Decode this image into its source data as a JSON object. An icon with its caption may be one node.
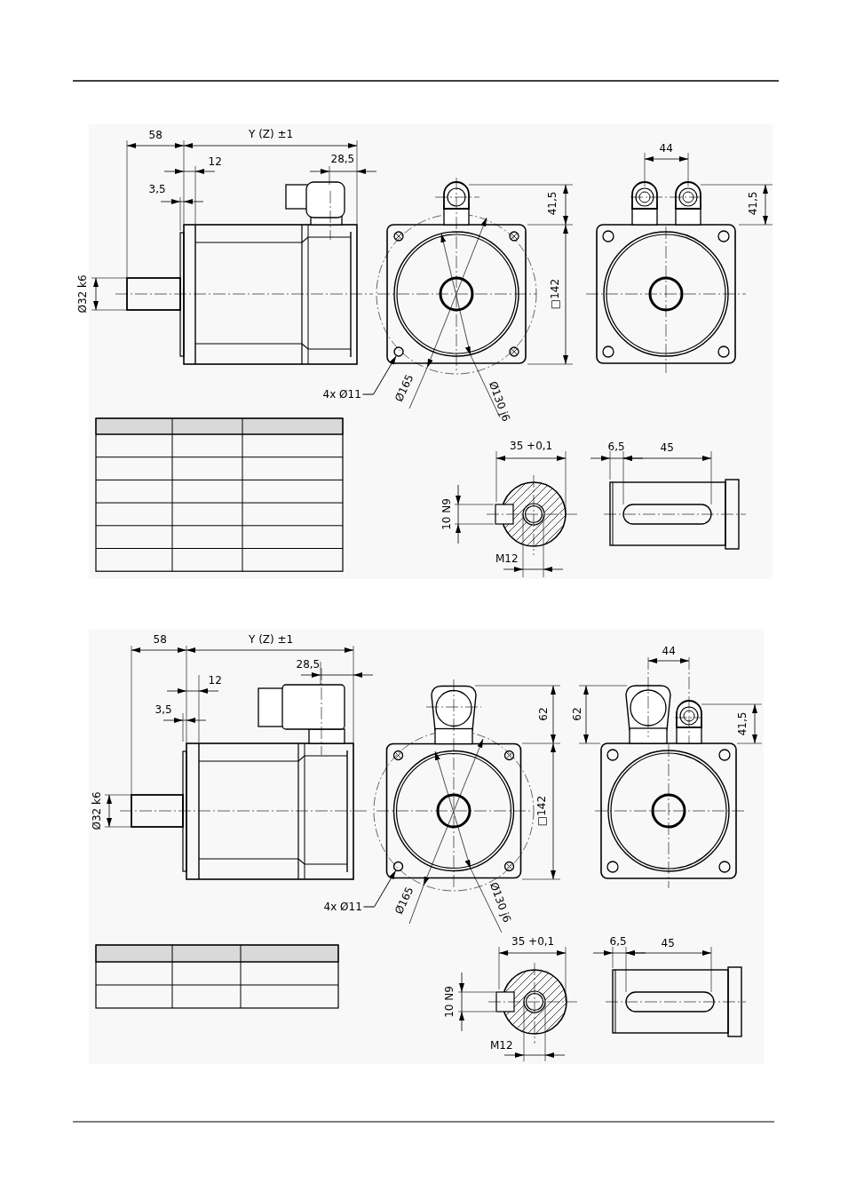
{
  "diagram": {
    "nodes": [
      {
        "text": [
          "4x Ø11"
        ]
      },
      {
        "text": [],
        "shape": "circle"
      },
      {
        "text": [
          "4x Ø11"
        ]
      },
      {
        "text": [],
        "shape": "circle"
      }
    ],
    "edges": [
      {
        "from": 0,
        "to": 1,
        "arrow": "to"
      },
      {
        "from": 2,
        "to": 3,
        "arrow": "to"
      }
    ],
    "labels": [
      "58",
      "Y (Z) ±1",
      "12",
      "28,5",
      "3,5",
      "44",
      "41,5",
      "41,5",
      "Ø32 k6",
      "□142",
      "Ø165",
      "Ø130 j6",
      "35 +0,1",
      "6,5",
      "45",
      "10 N9",
      "M12",
      "58",
      "Y (Z) ±1",
      "44",
      "28,5",
      "12",
      "3,5",
      "62",
      "62",
      "41,5",
      "Ø32 k6",
      "□142",
      "Ø165",
      "Ø130 j6",
      "35 +0,1",
      "6,5",
      "45",
      "10 N9",
      "M12"
    ]
  }
}
